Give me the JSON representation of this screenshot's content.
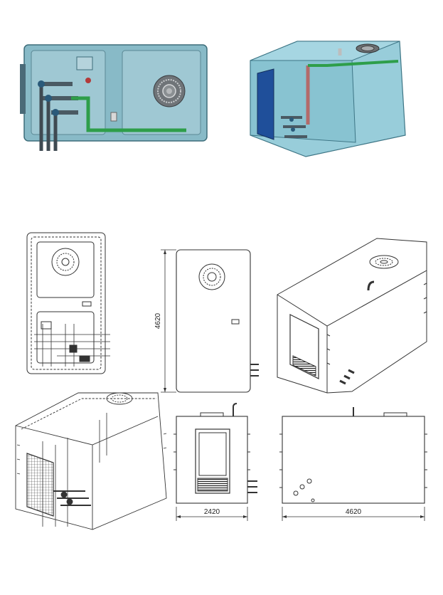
{
  "dimensions": {
    "height_label": "4620",
    "width_front_label": "2420",
    "width_side_label": "4620"
  },
  "colors": {
    "tank_fill": "#7fb6c4",
    "tank_stroke": "#4f7f8c",
    "pipe_dark": "#4a5a63",
    "pipe_green": "#2e9e4a",
    "pipe_red": "#b36a6a",
    "panel_blue": "#1f4f9a",
    "line": "#333333"
  }
}
